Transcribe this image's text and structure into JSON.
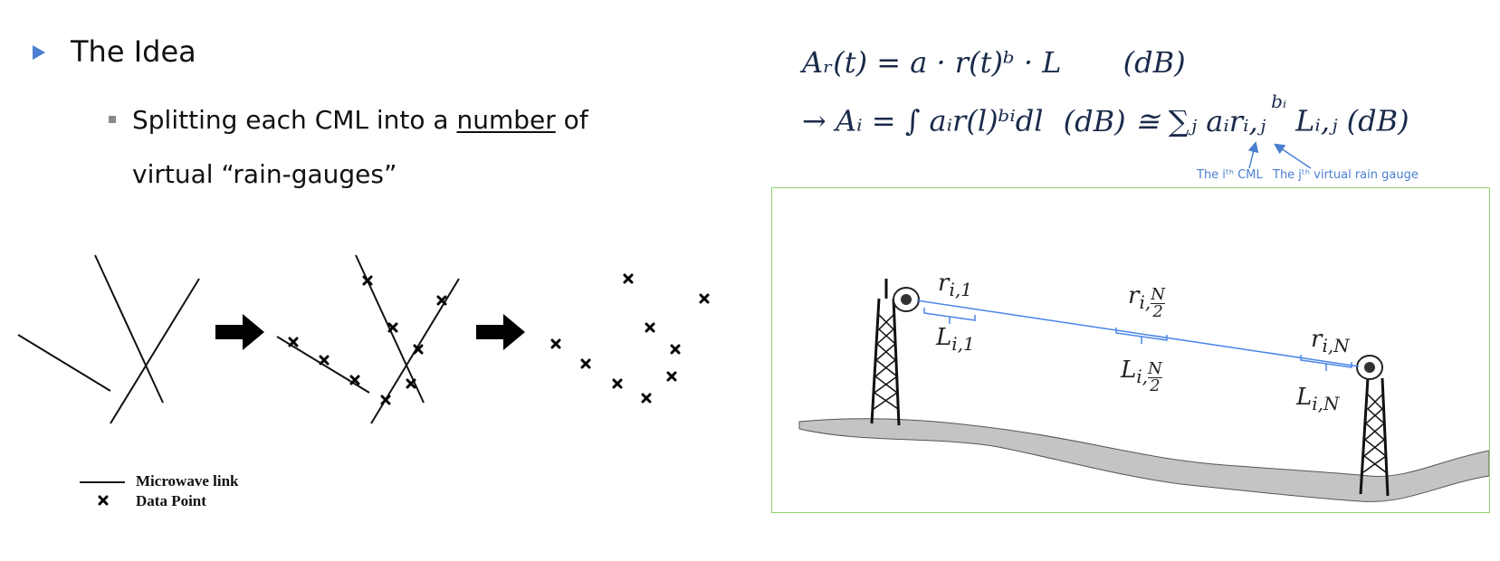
{
  "slide": {
    "heading": "The Idea",
    "bullet_prefix": "Splitting each CML into a ",
    "bullet_underlined": "number",
    "bullet_suffix": " of",
    "bullet_line2": "virtual “rain-gauges”"
  },
  "equations": {
    "eq1": "Aᵣ(t) = a · r(t)ᵇ · L",
    "eq1_unit": "(dB)",
    "eq2_left": "→ Aᵢ = ∫ aᵢr(l)ᵇⁱdl",
    "eq2_unit": "(dB) ≅ ∑ⱼ aᵢrᵢ,ⱼ",
    "eq2_exp": "bᵢ",
    "eq2_right": "Lᵢ,ⱼ (dB)",
    "note_cml": "The iᵗʰ CML",
    "note_gauge": "The jᵗʰ virtual rain gauge"
  },
  "legend": {
    "link_label": "Microwave link",
    "point_label": "Data Point"
  },
  "diagram_labels": {
    "r1": "r",
    "r1_sub": "i,1",
    "L1": "L",
    "L1_sub": "i,1",
    "rmid": "r",
    "rmid_sub": "i,",
    "Lmid": "L",
    "Lmid_sub": "i,",
    "frac_num": "N",
    "frac_den": "2",
    "rN": "r",
    "rN_sub": "i,N",
    "LN": "L",
    "LN_sub": "i,N"
  },
  "colors": {
    "accent": "#4a7fd1",
    "frame": "#8fd46f",
    "link": "#4a86e8"
  }
}
